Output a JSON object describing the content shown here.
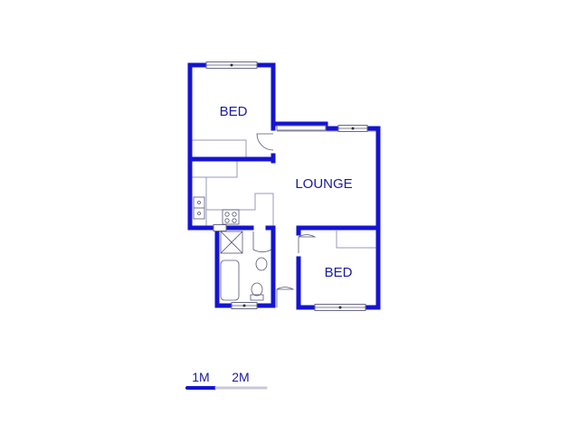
{
  "rooms": {
    "bed_top": "BED",
    "lounge": "LOUNGE",
    "bed_bottom": "BED"
  },
  "scale": {
    "one": "1M",
    "two": "2M"
  },
  "colors": {
    "wall": "#1414d2",
    "label": "#1a1aa0",
    "scale_light": "#c8c8d8"
  }
}
